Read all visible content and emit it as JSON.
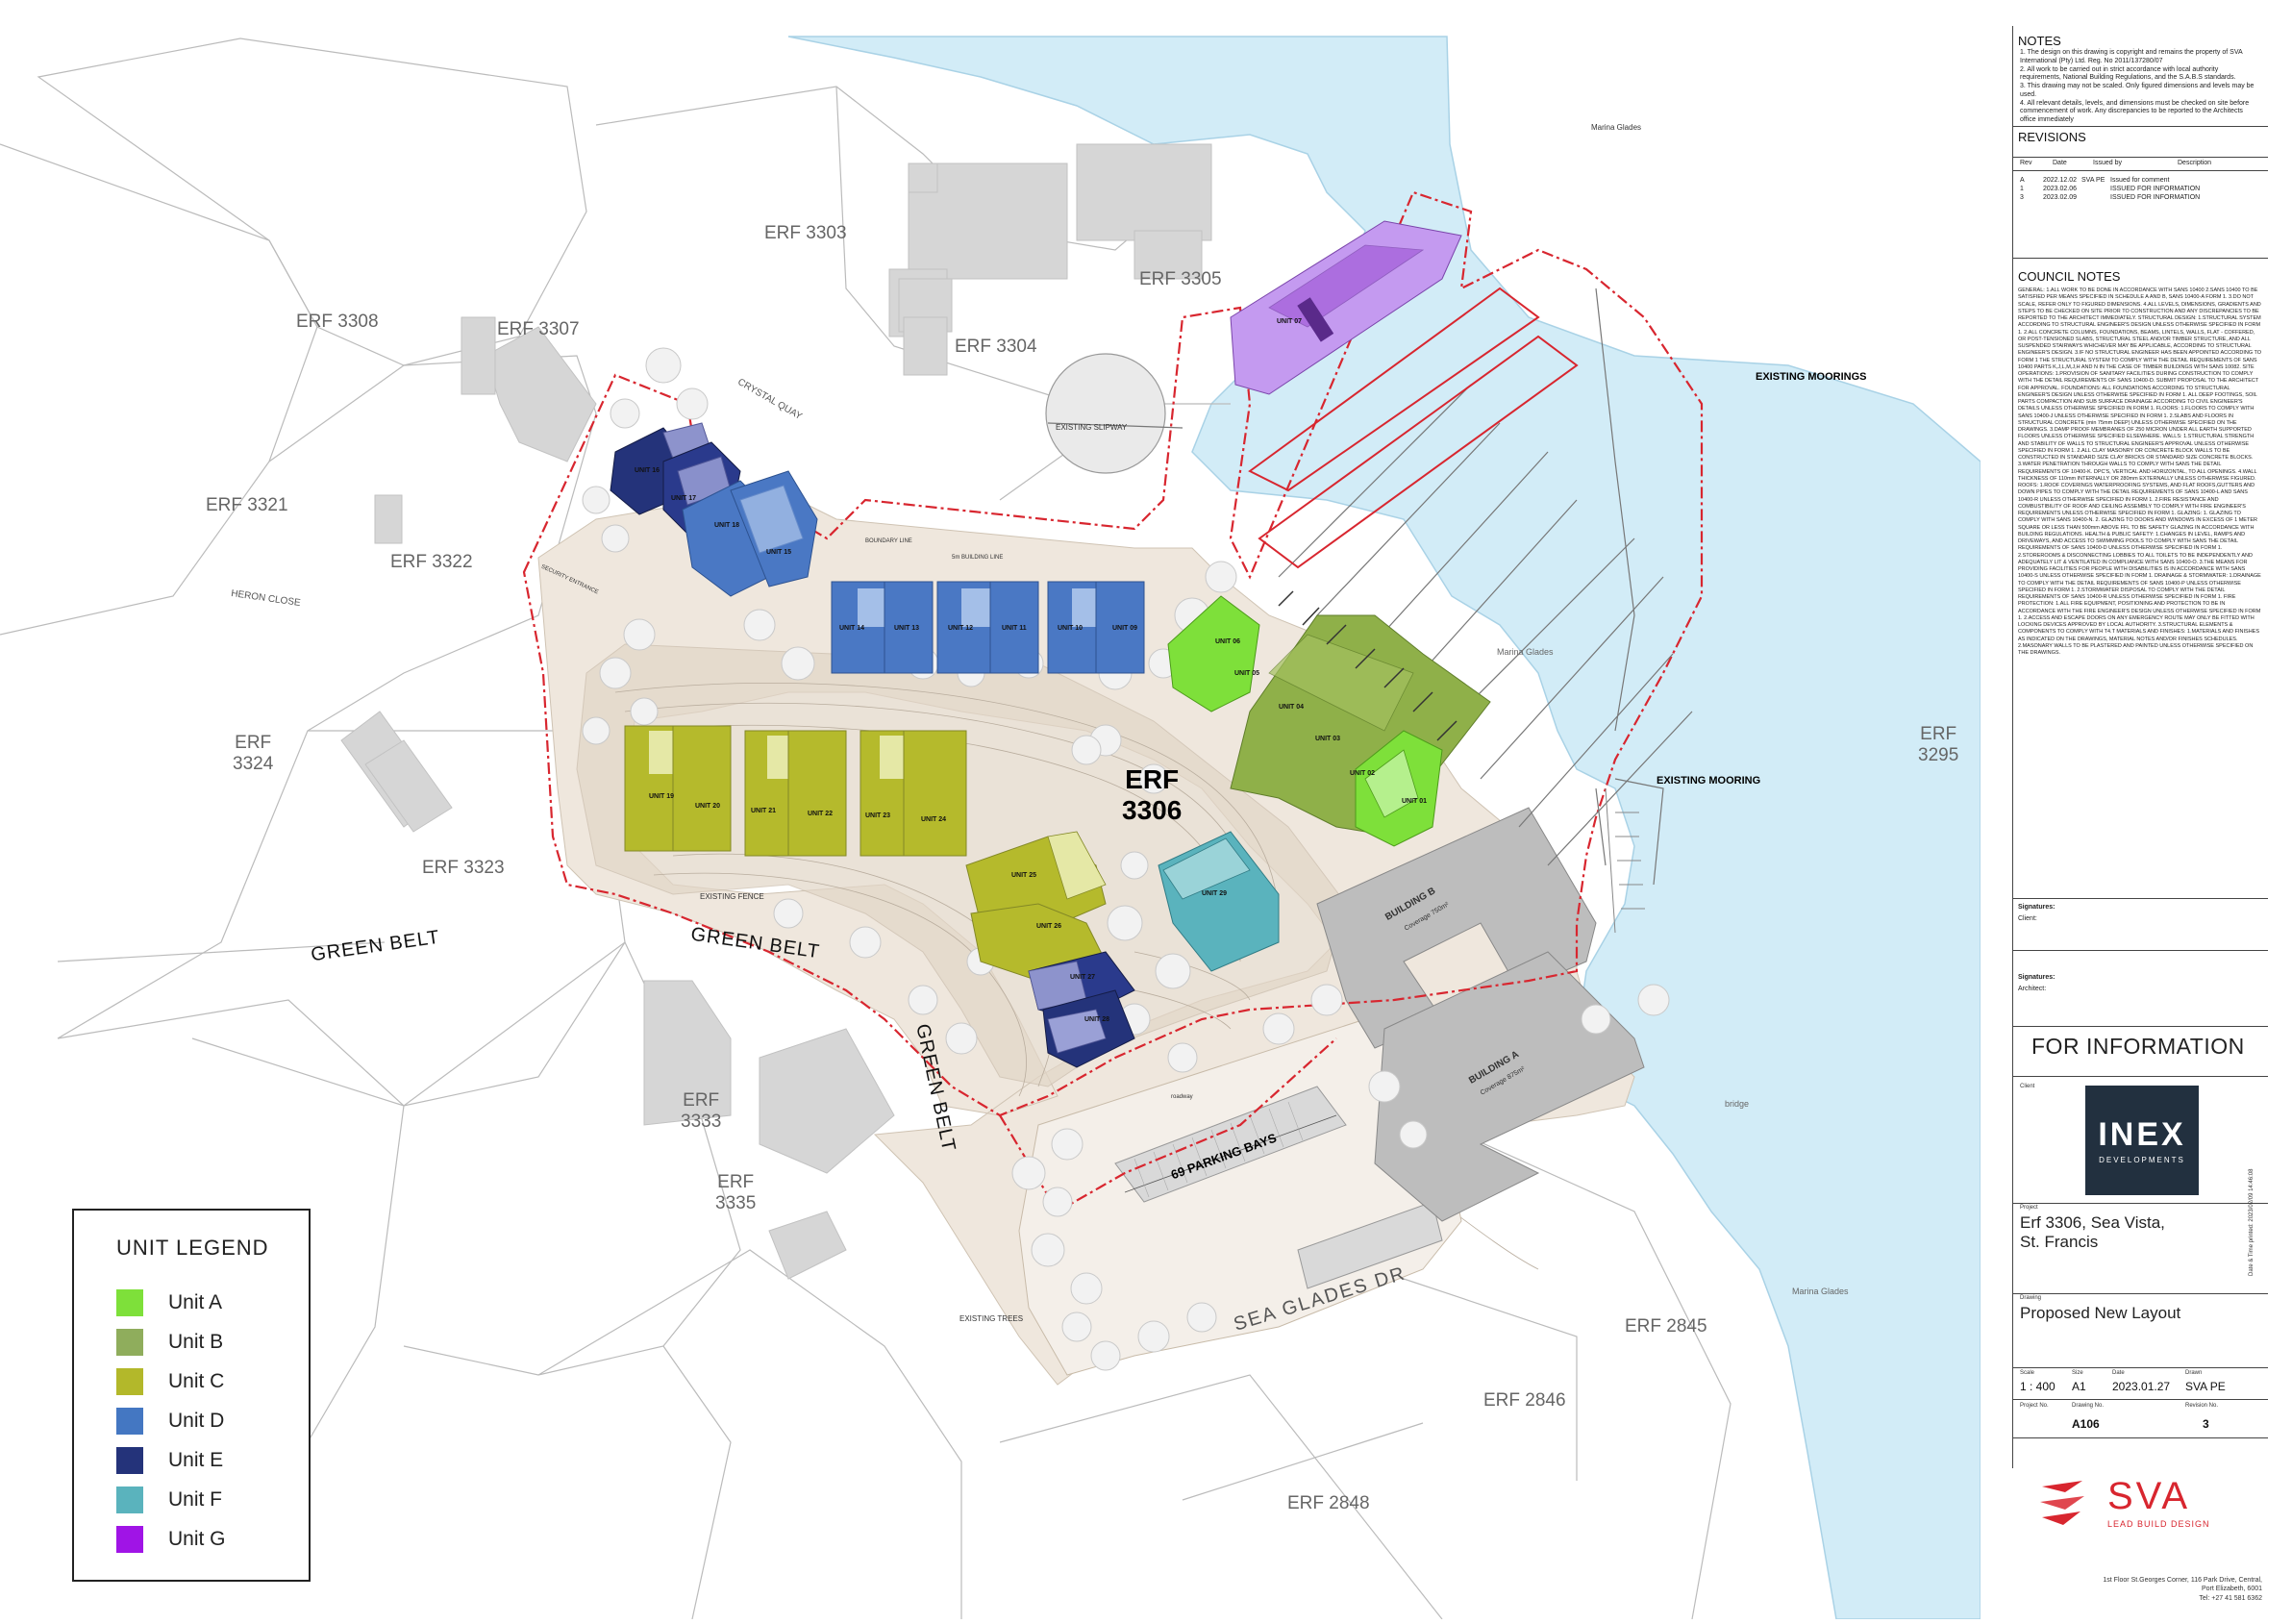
{
  "erf_labels": {
    "erf_3303": "ERF 3303",
    "erf_3305": "ERF 3305",
    "erf_3308": "ERF 3308",
    "erf_3307": "ERF 3307",
    "erf_3304": "ERF 3304",
    "erf_3321": "ERF 3321",
    "erf_3322": "ERF 3322",
    "erf_3324_a": "ERF",
    "erf_3324_b": "3324",
    "erf_3323": "ERF 3323",
    "erf_3306_a": "ERF",
    "erf_3306_b": "3306",
    "erf_3333_a": "ERF",
    "erf_3333_b": "3333",
    "erf_3335_a": "ERF",
    "erf_3335_b": "3335",
    "erf_3295_a": "ERF",
    "erf_3295_b": "3295",
    "erf_2845": "ERF 2845",
    "erf_2846": "ERF 2846",
    "erf_2848": "ERF 2848"
  },
  "roads": {
    "green_belt_1": "GREEN BELT",
    "green_belt_2": "GREEN BELT",
    "green_belt_3": "GREEN BELT",
    "sea_glades": "SEA GLADES DR",
    "heron_close": "HERON CLOSE",
    "crystal_quay": "CRYSTAL QUAY"
  },
  "annotations": {
    "existing_moorings": "EXISTING MOORINGS",
    "existing_mooring": "EXISTING MOORING",
    "existing_slipway": "EXISTING SLIPWAY",
    "parking_bays": "69 PARKING BAYS",
    "marina_glades_1": "Marina Glades",
    "marina_glades_2": "Marina Glades",
    "marina_glades_3": "Marina Glades",
    "bridge": "bridge",
    "existing_fence": "EXISTING FENCE",
    "existing_trees": "EXISTING TREES",
    "boundary_line": "BOUNDARY LINE",
    "building_line": "5m BUILDING LINE",
    "security_entrance": "SECURITY ENTRANCE",
    "roadway": "roadway"
  },
  "buildings": {
    "building_b": "BUILDING B",
    "building_b_cov": "Coverage 750m²",
    "building_a": "BUILDING A",
    "building_a_cov": "Coverage 875m²"
  },
  "units": [
    "UNIT 01",
    "UNIT 02",
    "UNIT 03",
    "UNIT 04",
    "UNIT 05",
    "UNIT 06",
    "UNIT 07",
    "UNIT 09",
    "UNIT 10",
    "UNIT 11",
    "UNIT 12",
    "UNIT 13",
    "UNIT 14",
    "UNIT 15",
    "UNIT 16",
    "UNIT 17",
    "UNIT 18",
    "UNIT 19",
    "UNIT 20",
    "UNIT 21",
    "UNIT 22",
    "UNIT 23",
    "UNIT 24",
    "UNIT 25",
    "UNIT 26",
    "UNIT 27",
    "UNIT 28",
    "UNIT 29"
  ],
  "legend": {
    "title": "UNIT LEGEND",
    "items": [
      {
        "label": "Unit A",
        "color": "#7ee03a"
      },
      {
        "label": "Unit B",
        "color": "#8fad5c"
      },
      {
        "label": "Unit C",
        "color": "#b3b82a"
      },
      {
        "label": "Unit D",
        "color": "#4477c2"
      },
      {
        "label": "Unit E",
        "color": "#24337a"
      },
      {
        "label": "Unit F",
        "color": "#5ab3bd"
      },
      {
        "label": "Unit G",
        "color": "#a014e6"
      }
    ]
  },
  "title_block": {
    "notes_heading": "NOTES",
    "notes": [
      "1. The design on this drawing is copyright and remains the property of SVA International (Pty) Ltd. Reg. No 2011/137280/07",
      "2. All work to be carried out in strict accordance with local authority requirements, National Building Regulations, and the S.A.B.S standards.",
      "3. This drawing may not be scaled. Only figured dimensions and levels may be used.",
      "4. All relevant details, levels, and dimensions must be checked on site before commencement of work. Any discrepancies to be reported to the Architects office immediately"
    ],
    "revisions_heading": "REVISIONS",
    "rev_headers": [
      "Rev",
      "Date",
      "Issued by",
      "Description"
    ],
    "revisions": [
      [
        "A",
        "2022.12.02",
        "SVA PE",
        "Issued for comment"
      ],
      [
        "1",
        "2023.02.06",
        "",
        "ISSUED FOR INFORMATION"
      ],
      [
        "3",
        "2023.02.09",
        "",
        "ISSUED FOR INFORMATION"
      ]
    ],
    "council_heading": "COUNCIL NOTES",
    "council_text": "GENERAL: 1.ALL WORK TO BE DONE IN ACCORDANCE WITH SANS 10400 2.SANS 10400 TO BE SATISFIED PER MEANS SPECIFIED IN SCHEDULE A AND B, SANS 10400-A FORM 1. 3.DO NOT SCALE, REFER ONLY TO FIGURED DIMENSIONS. 4.ALL LEVELS, DIMENSIONS, GRADIENTS AND STEPS TO BE CHECKED ON SITE PRIOR TO CONSTRUCTION AND ANY DISCREPANCIES TO BE REPORTED TO THE ARCHITECT IMMEDIATELY. STRUCTURAL DESIGN: 1.STRUCTURAL SYSTEM ACCORDING TO STRUCTURAL ENGINEER'S DESIGN UNLESS OTHERWISE SPECIFIED IN FORM 1. 2.ALL CONCRETE COLUMNS, FOUNDATIONS, BEAMS, LINTELS, WALLS, FLAT - COFFERED, OR POST-TENSIONED SLABS, STRUCTURAL STEEL AND/OR TIMBER STRUCTURE, AND ALL SUSPENDED STAIRWAYS WHICHEVER MAY BE APPLICABLE, ACCORDING TO STRUCTURAL ENGINEER'S DESIGN. 3.IF NO STRUCTURAL ENGINEER HAS BEEN APPOINTED ACCORDING TO FORM 1 THE STRUCTURAL SYSTEM TO COMPLY WITH THE DETAIL REQUIREMENTS OF SANS 10400 PARTS K,J,L,M,J,H AND N IN THE CASE OF TIMBER BUILDINGS WITH SANS 10082. SITE OPERATIONS: 1.PROVISION OF SANITARY FACILITIES DURING CONSTRUCTION TO COMPLY WITH THE DETAIL REQUIREMENTS OF SANS 10400-D. SUBMIT PROPOSAL TO THE ARCHITECT FOR APPROVAL. FOUNDATIONS: ALL FOUNDATIONS ACCORDING TO STRUCTURAL ENGINEER'S DESIGN UNLESS OTHERWISE SPECIFIED IN FORM 1. ALL DEEP FOOTINGS, SOIL PARTS COMPACTION AND SUB SURFACE DRAINAGE ACCORDING TO CIVIL ENGINEER'S DETAILS UNLESS OTHERWISE SPECIFIED IN FORM 1. FLOORS: 1.FLOORS TO COMPLY WITH SANS 10400-J UNLESS OTHERWISE SPECIFIED IN FORM 1. 2.SLABS AND FLOORS IN STRUCTURAL CONCRETE (min 75mm DEEP) UNLESS OTHERWISE SPECIFIED ON THE DRAWINGS. 3.DAMP PROOF MEMBRANES OF 250 MICRON UNDER ALL EARTH SUPPORTED FLOORS UNLESS OTHERWISE SPECIFIED ELSEWHERE. WALLS: 1.STRUCTURAL STRENGTH AND STABILITY OF WALLS TO STRUCTURAL ENGINEER'S APPROVAL UNLESS OTHERWISE SPECIFIED IN FORM 1. 2.ALL CLAY MASONRY OR CONCRETE BLOCK WALLS TO BE CONSTRUCTED IN STANDARD SIZE CLAY BRICKS OR STANDARD SIZE CONCRETE BLOCKS. 3.WATER PENETRATION THROUGH WALLS TO COMPLY WITH SANS THE DETAIL REQUIREMENTS OF 10400-K. DPC'S, VERTICAL AND HORIZONTAL, TO ALL OPENINGS. 4.WALL THICKNESS OF 110mm INTERNALLY OR 280mm EXTERNALLY UNLESS OTHERWISE FIGURED. ROOFS: 1.ROOF COVERINGS WATERPROOFING SYSTEMS, AND FLAT ROOFS,GUTTERS AND DOWN PIPES TO COMPLY WITH THE DETAIL REQUIREMENTS OF SANS 10400-L AND SANS 10400-R UNLESS OTHERWISE SPECIFIED IN FORM 1. 2.FIRE RESISTANCE AND COMBUSTIBILITY OF ROOF AND CEILING ASSEMBLY TO COMPLY WITH FIRE ENGINEER'S REQUIREMENTS UNLESS OTHERWISE SPECIFIED IN FORM 1. GLAZING: 1. GLAZING TO COMPLY WITH SANS 10400-N. 2. GLAZING TO DOORS AND WINDOWS IN EXCESS OF 1 METER SQUARE OR LESS THAN 500mm ABOVE FFL TO BE SAFETY GLAZING IN ACCORDANCE WITH BUILDING REGULATIONS. HEALTH & PUBLIC SAFETY: 1.CHANGES IN LEVEL, RAMPS AND DRIVEWAYS, AND ACCESS TO SWIMMING POOLS TO COMPLY WITH SANS THE DETAIL REQUIREMENTS OF SANS 10400-D UNLESS OTHERWISE SPECIFIED IN FORM 1. 2.STOREROOMS & DISCONNECTING LOBBIES TO ALL TOILETS TO BE INDEPENDENTLY AND ADEQUATELY LIT & VENTILATED IN COMPLIANCE WITH SANS 10400-O. 3.THE MEANS FOR PROVIDING FACILITIES FOR PEOPLE WITH DISABILITIES IS IN ACCORDANCE WITH SANS 10400-S UNLESS OTHERWISE SPECIFIED IN FORM 1. DRAINAGE & STORMWATER: 1.DRAINAGE TO COMPLY WITH THE DETAIL REQUIREMENTS OF SANS 10400-P UNLESS OTHERWISE SPECIFIED IN FORM 1. 2.STORMWATER DISPOSAL TO COMPLY WITH THE DETAIL REQUIREMENTS OF SANS 10400-R UNLESS OTHERWISE SPECIFIED IN FORM 1. FIRE PROTECTION: 1.ALL FIRE EQUIPMENT, POSITIONING AND PROTECTION TO BE IN ACCORDANCE WITH THE FIRE ENGINEER'S DESIGN UNLESS OTHERWISE SPECIFIED IN FORM 1. 2.ACCESS AND ESCAPE DOORS ON ANY EMERGENCY ROUTE MAY ONLY BE FITTED WITH LOCKING DEVICES APPROVED BY LOCAL AUTHORITY. 3.STRUCTURAL ELEMENTS & COMPONENTS TO COMPLY WITH T4.T MATERIALS AND FINISHES: 1.MATERIALS AND FINISHES AS INDICATED ON THE DRAWINGS, MATERIAL NOTES AND/OR FINISHES SCHEDULES. 2.MASONARY WALLS TO BE PLASTERED AND PAINTED UNLESS OTHERWISE SPECIFIED ON THE DRAWINGS.",
    "signatures_heading": "Signatures:",
    "client_label": "Client:",
    "architect_label": "Architect:",
    "for_information": "FOR INFORMATION",
    "client_small": "Client",
    "logo_main": "INEX",
    "logo_sub": "DEVELOPMENTS",
    "project_small": "Project",
    "project_lines": [
      "Erf 3306, Sea Vista,",
      "St. Francis"
    ],
    "drawing_small": "Drawing",
    "drawing_title": "Proposed New Layout",
    "scale_small": "Scale",
    "scale": "1 : 400",
    "size_small": "Size",
    "size": "A1",
    "date_small": "Date",
    "date": "2023.01.27",
    "drawn_small": "Drawn",
    "drawn": "SVA PE",
    "projno_small": "Project No.",
    "drawingno_small": "Drawing No.",
    "drawingno": "A106",
    "revno_small": "Revision No.",
    "revno": "3",
    "printed_side": "Date & Time printed:",
    "printed_stamp": "2023/02/09 14:46:08",
    "sva_logo": "SVA",
    "sva_tag": "LEAD BUILD DESIGN",
    "address": [
      "1st Floor St.Georges Corner, 116 Park Drive, Central,",
      "Port Elizabeth, 6001",
      "Tel: +27 41 581 6362"
    ]
  }
}
